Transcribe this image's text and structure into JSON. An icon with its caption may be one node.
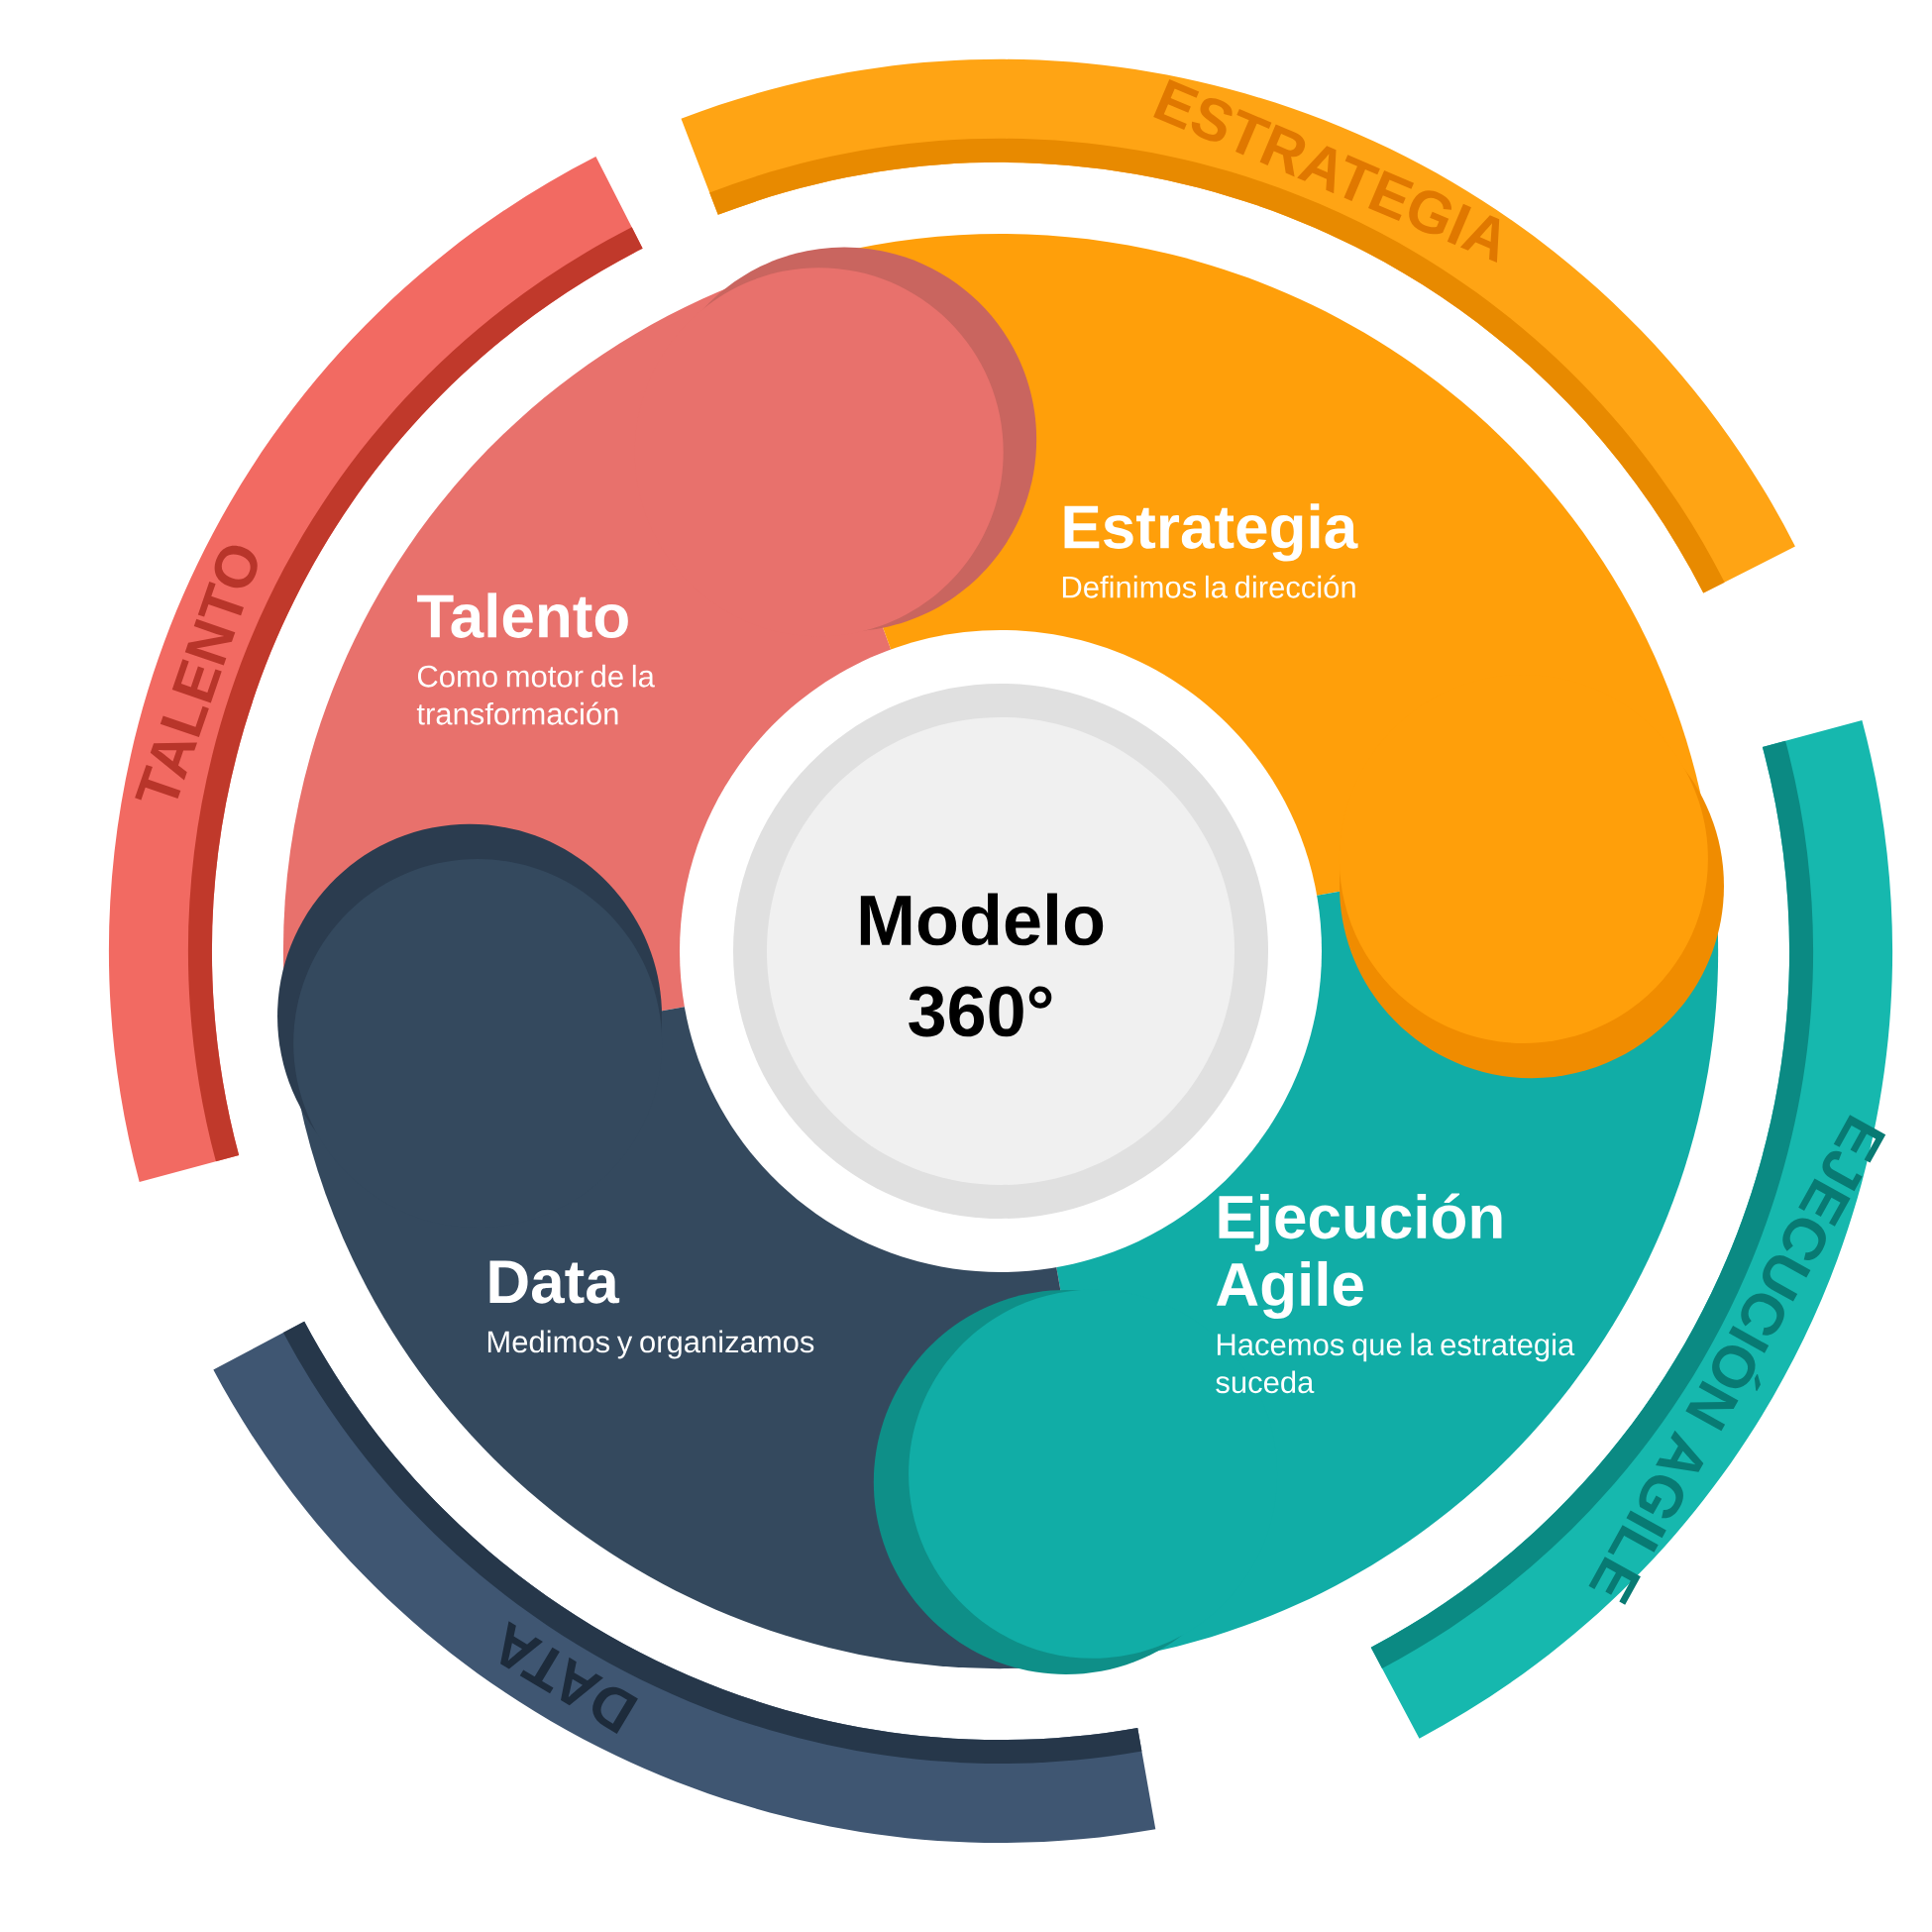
{
  "diagram": {
    "nodes": [
      {
        "text": [
          "Modelo 360°"
        ]
      },
      {
        "text": [
          "Talento",
          "Como motor de la transformación"
        ]
      },
      {
        "text": [
          "Estrategia",
          "Definimos la dirección"
        ]
      },
      {
        "text": [
          "Ejecución Agile",
          "Hacemos que la estrategia suceda"
        ]
      },
      {
        "text": [
          "Data",
          "Medimos y organizamos"
        ]
      },
      {
        "text": [
          "TALENTO"
        ]
      },
      {
        "text": [
          "ESTRATEGIA"
        ]
      },
      {
        "text": [
          "EJECUCIÓN AGILE"
        ]
      },
      {
        "text": [
          "DATA"
        ]
      }
    ]
  }
}
